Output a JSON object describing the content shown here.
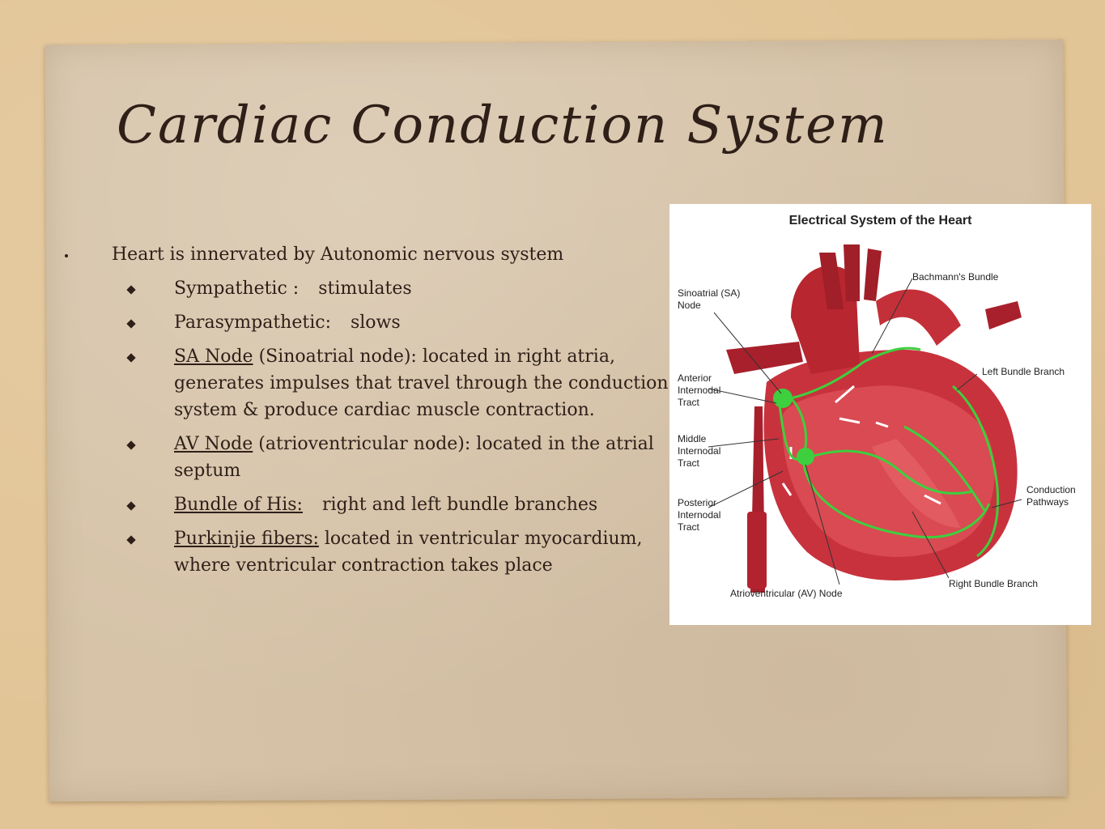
{
  "slide": {
    "title": "Cardiac Conduction System",
    "bullet": "Heart is innervated by Autonomic nervous system",
    "items": [
      {
        "term": "Sympathetic :",
        "text": "stimulates"
      },
      {
        "term": "Parasympathetic:",
        "text": "slows"
      },
      {
        "term": "SA Node",
        "text": "(Sinoatrial node): located in right atria, generates impulses that travel through the conduction system & produce cardiac muscle contraction."
      },
      {
        "term": "AV Node",
        "text": "(atrioventricular node): located in the atrial septum"
      },
      {
        "term": "Bundle of His:",
        "text": "right and left bundle branches"
      },
      {
        "term": "Purkinjie fibers:",
        "text": "located in ventricular myocardium, where ventricular contraction takes place"
      }
    ]
  },
  "figure": {
    "title": "Electrical System of the Heart",
    "labels": {
      "sa_node": "Sinoatrial (SA)\nNode",
      "bachmann": "Bachmann's Bundle",
      "anterior": "Anterior\nInternodal\nTract",
      "left_bundle": "Left Bundle Branch",
      "middle": "Middle\nInternodal\nTract",
      "posterior": "Posterior\nInternodal\nTract",
      "conduction": "Conduction\nPathways",
      "right_bundle": "Right Bundle Branch",
      "av_node": "Atrioventricular (AV) Node"
    }
  }
}
